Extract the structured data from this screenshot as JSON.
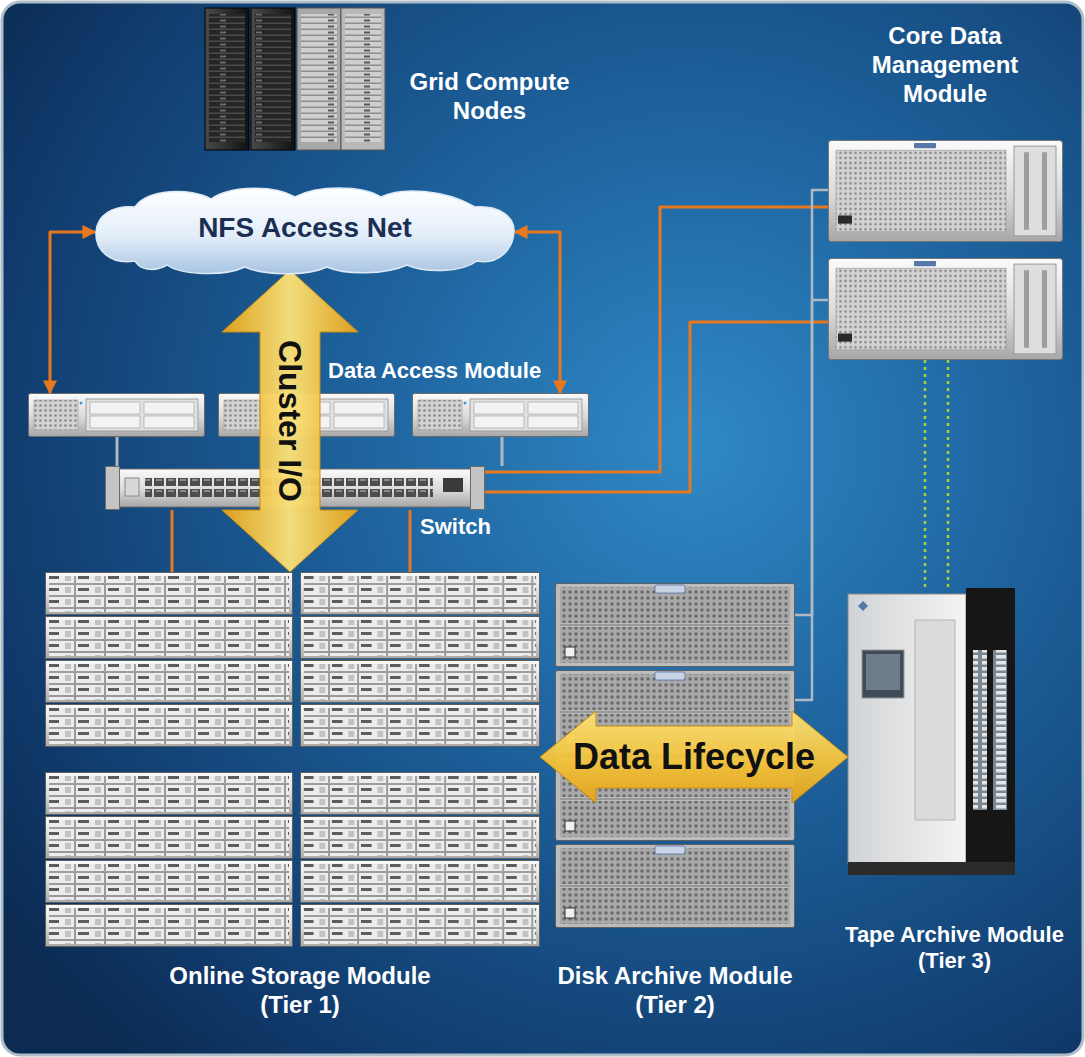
{
  "diagram": {
    "nodes": [
      {
        "text": [
          "Grid Compute Nodes"
        ]
      },
      {
        "text": [
          "Core Data Management Module"
        ]
      },
      {
        "text": [
          "NFS Access Net"
        ]
      },
      {
        "text": [
          "Data Access Module"
        ]
      },
      {
        "text": [
          "Switch"
        ]
      },
      {
        "text": [
          "Online Storage Module (Tier 1)"
        ]
      },
      {
        "text": [
          "Disk Archive Module (Tier 2)"
        ]
      },
      {
        "text": [
          "Tape Archive Module (Tier 3)"
        ]
      }
    ],
    "edges": [
      {
        "from": 2,
        "to": 3,
        "arrow": "both"
      },
      {
        "from": 2,
        "to": 3,
        "arrow": "both"
      },
      {
        "from": 2,
        "to": 5,
        "label": "Cluster I/O",
        "arrow": "both"
      },
      {
        "from": 3,
        "to": 4,
        "arrow": "none"
      },
      {
        "from": 3,
        "to": 4,
        "arrow": "none"
      },
      {
        "from": 4,
        "to": 5,
        "arrow": "none"
      },
      {
        "from": 4,
        "to": 5,
        "arrow": "none"
      },
      {
        "from": 4,
        "to": 1,
        "arrow": "none"
      },
      {
        "from": 4,
        "to": 1,
        "arrow": "none"
      },
      {
        "from": 1,
        "to": 6,
        "arrow": "none"
      },
      {
        "from": 1,
        "to": 7,
        "arrow": "none"
      },
      {
        "from": 1,
        "to": 7,
        "arrow": "none"
      },
      {
        "from": 5,
        "to": 7,
        "label": "Data Lifecycle",
        "arrow": "both"
      }
    ]
  }
}
